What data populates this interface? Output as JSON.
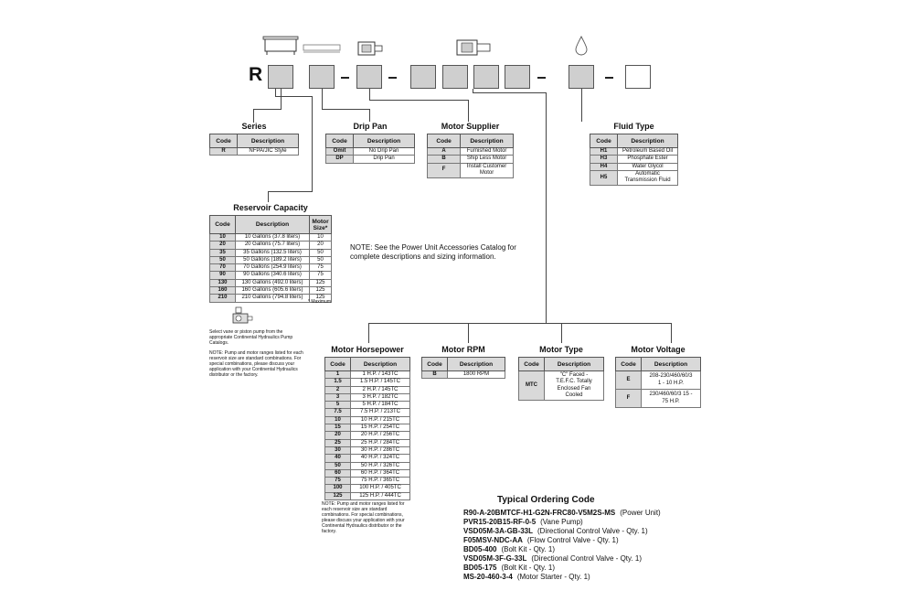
{
  "header": {
    "letter": "R"
  },
  "icons": {
    "series": "reservoir-icon",
    "drip_pan": "drip-pan-icon",
    "motor_small": "motor-icon",
    "motor_large": "motor-icon",
    "fluid": "fluid-drop-icon"
  },
  "series": {
    "title": "Series",
    "headers": [
      "Code",
      "Description"
    ],
    "rows": [
      [
        "R",
        "NFPA/JIC Style"
      ]
    ]
  },
  "drip_pan": {
    "title": "Drip Pan",
    "headers": [
      "Code",
      "Description"
    ],
    "rows": [
      [
        "Omit",
        "No Drip Pan"
      ],
      [
        "DP",
        "Drip Pan"
      ]
    ]
  },
  "motor_supplier": {
    "title": "Motor Supplier",
    "headers": [
      "Code",
      "Description"
    ],
    "rows": [
      [
        "A",
        "Furnished Motor"
      ],
      [
        "B",
        "Ship Less Motor"
      ],
      [
        "F",
        "Install Customer Motor"
      ]
    ]
  },
  "fluid_type": {
    "title": "Fluid Type",
    "headers": [
      "Code",
      "Description"
    ],
    "rows": [
      [
        "H1",
        "Petroleum Based Oil"
      ],
      [
        "H3",
        "Phosphate Ester"
      ],
      [
        "H4",
        "Water Glycol"
      ],
      [
        "H5",
        "Automatic Transmission Fluid"
      ]
    ]
  },
  "reservoir": {
    "title": "Reservoir Capacity",
    "headers": [
      "Code",
      "Description",
      "Motor Size*"
    ],
    "rows": [
      [
        "10",
        "10 Gallons (37.8 liters)",
        "10"
      ],
      [
        "20",
        "20 Gallons (75.7 liters)",
        "20"
      ],
      [
        "35",
        "35 Gallons (132.5 liters)",
        "50"
      ],
      [
        "50",
        "50 Gallons (189.2 liters)",
        "50"
      ],
      [
        "70",
        "70 Gallons (254.9 liters)",
        "75"
      ],
      [
        "90",
        "90 Gallons (340.6 liters)",
        "75"
      ],
      [
        "130",
        "130 Gallons (492.0 liters)",
        "125"
      ],
      [
        "160",
        "160 Gallons (605.6 liters)",
        "125"
      ],
      [
        "210",
        "210 Gallons (794.8 liters)",
        "125"
      ]
    ],
    "footnote": "* Maximum",
    "pump_note": "Select vane or piston pump from the appropriate Continental Hydraulics Pump Catalogs.",
    "note": "NOTE:  Pump and motor ranges listed for each reservoir size are standard combinations.  For special combinations, please discuss your application with your Continental Hydraulics distributor or the factory."
  },
  "main_note": "NOTE:  See the Power Unit Accessories Catalog for complete descriptions and sizing information.",
  "motor_hp": {
    "title": "Motor Horsepower",
    "headers": [
      "Code",
      "Description"
    ],
    "rows": [
      [
        "1",
        "1 H.P. / 143TC"
      ],
      [
        "1.5",
        "1.5 H.P. / 145TC"
      ],
      [
        "2",
        "2 H.P. / 145TC"
      ],
      [
        "3",
        "3 H.P. / 182TC"
      ],
      [
        "5",
        "5 H.P. / 184TC"
      ],
      [
        "7.5",
        "7.5 H.P. / 213TC"
      ],
      [
        "10",
        "10 H.P. / 215TC"
      ],
      [
        "15",
        "15 H.P. / 254TC"
      ],
      [
        "20",
        "20 H.P. / 256TC"
      ],
      [
        "25",
        "25 H.P. / 284TC"
      ],
      [
        "30",
        "30 H.P. / 286TC"
      ],
      [
        "40",
        "40 H.P. / 324TC"
      ],
      [
        "50",
        "50 H.P. / 326TC"
      ],
      [
        "60",
        "60 H.P. / 364TC"
      ],
      [
        "75",
        "75 H.P. / 365TC"
      ],
      [
        "100",
        "100 H.P. / 405TC"
      ],
      [
        "125",
        "125 H.P. / 444TC"
      ]
    ],
    "note": "NOTE:  Pump and motor ranges listed for each reservoir size are standard combinations.  For special combinations, please discuss your application with your Continental Hydraulics distributor or the factory."
  },
  "motor_rpm": {
    "title": "Motor RPM",
    "headers": [
      "Code",
      "Description"
    ],
    "rows": [
      [
        "B",
        "1800 RPM"
      ]
    ]
  },
  "motor_type": {
    "title": "Motor Type",
    "headers": [
      "Code",
      "Description"
    ],
    "rows": [
      [
        "MTC",
        "\"C\" Faced - T.E.F.C. Totally Enclosed Fan Cooled"
      ]
    ]
  },
  "motor_voltage": {
    "title": "Motor Voltage",
    "headers": [
      "Code",
      "Description"
    ],
    "rows": [
      [
        "E",
        "208-230/460/60/3 1 - 10 H.P."
      ],
      [
        "F",
        "230/460/60/3 15 - 75 H.P."
      ]
    ]
  },
  "typical": {
    "title": "Typical Ordering Code",
    "items": [
      {
        "code": "R90-A-20BMTCF-H1-G2N-FRC80-V5M2S-MS",
        "desc": "(Power Unit)"
      },
      {
        "code": "PVR15-20B15-RF-0-5",
        "desc": "(Vane Pump)"
      },
      {
        "code": "VSD05M-3A-GB-33L",
        "desc": "(Directional Control Valve - Qty. 1)"
      },
      {
        "code": "F05MSV-NDC-AA",
        "desc": "(Flow Control Valve - Qty. 1)"
      },
      {
        "code": "BD05-400",
        "desc": "(Bolt Kit - Qty. 1)"
      },
      {
        "code": "VSD05M-3F-G-33L",
        "desc": "(Directional Control Valve - Qty. 1)"
      },
      {
        "code": "BD05-175",
        "desc": "(Bolt Kit - Qty. 1)"
      },
      {
        "code": "MS-20-460-3-4",
        "desc": "(Motor Starter - Qty. 1)"
      }
    ]
  }
}
